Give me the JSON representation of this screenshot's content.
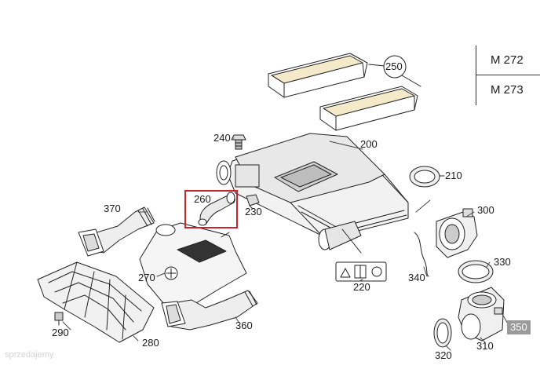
{
  "engine_variants": [
    "M 272",
    "M 273"
  ],
  "callouts": {
    "c250": "250",
    "c200": "200",
    "c240": "240",
    "c210": "210",
    "c260": "260",
    "c230": "230",
    "c370": "370",
    "c300": "300",
    "c330": "330",
    "c270": "270",
    "c340": "340",
    "c220": "220",
    "c290": "290",
    "c360": "360",
    "c280": "280",
    "c350": "350",
    "c310": "310",
    "c320": "320"
  },
  "highlight": {
    "part": "260",
    "color": "#c8232c"
  },
  "watermark": "sprzedajemy"
}
